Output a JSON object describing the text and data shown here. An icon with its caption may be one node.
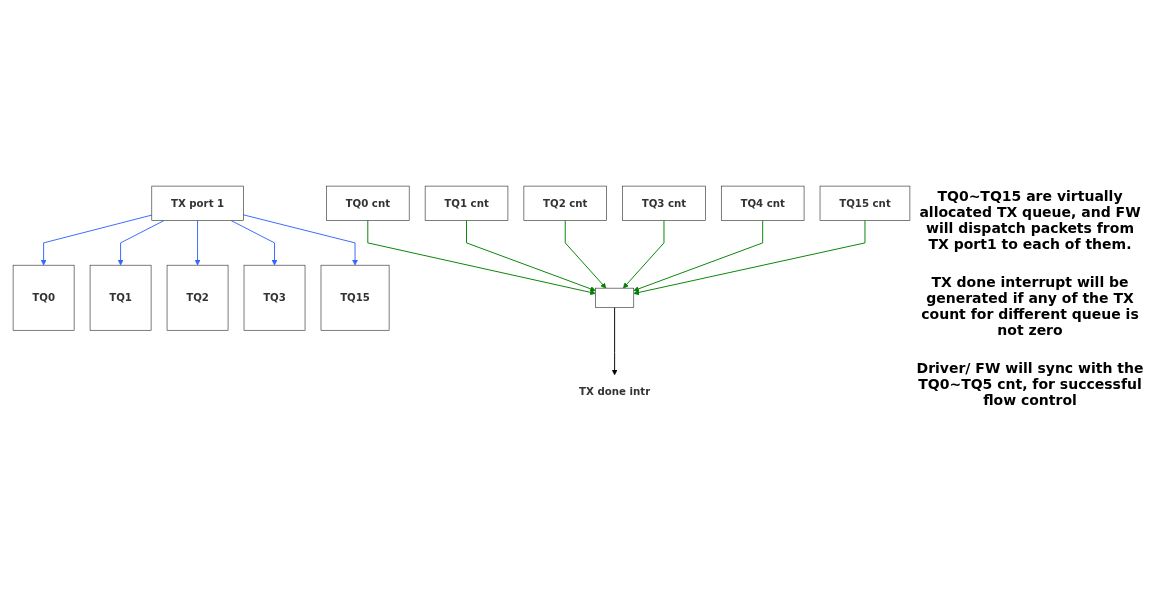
{
  "diagram": {
    "nodes": [
      {
        "text": [
          "TX port 1"
        ]
      },
      {
        "text": [
          "TQ0"
        ]
      },
      {
        "text": [
          "TQ1"
        ]
      },
      {
        "text": [
          "TQ2"
        ]
      },
      {
        "text": [
          "TQ3"
        ]
      },
      {
        "text": [
          "TQ15"
        ]
      },
      {
        "text": [
          "TX done intr"
        ]
      },
      {
        "text": [],
        "shape": "box"
      },
      {
        "text": [
          "TQ0 cnt"
        ]
      },
      {
        "text": [
          "TQ1 cnt"
        ]
      },
      {
        "text": [
          "TQ2 cnt"
        ]
      },
      {
        "text": [
          "TQ3 cnt"
        ]
      },
      {
        "text": [
          "TQ4 cnt"
        ]
      },
      {
        "text": [
          "TQ15 cnt"
        ]
      }
    ],
    "edges": [
      {
        "from": 0,
        "to": 1,
        "arrow": "to",
        "color": "#3366ff"
      },
      {
        "from": 0,
        "to": 2,
        "arrow": "to",
        "color": "#3366ff"
      },
      {
        "from": 0,
        "to": 3,
        "arrow": "to",
        "color": "#3366ff"
      },
      {
        "from": 0,
        "to": 4,
        "arrow": "to",
        "color": "#3366ff"
      },
      {
        "from": 0,
        "to": 5,
        "arrow": "to",
        "color": "#3366ff"
      },
      {
        "from": 7,
        "to": 6,
        "arrow": "to",
        "color": "#000000"
      },
      {
        "from": 8,
        "to": 7,
        "arrow": "to",
        "color": "#008000"
      },
      {
        "from": 9,
        "to": 7,
        "arrow": "to",
        "color": "#008000"
      },
      {
        "from": 10,
        "to": 7,
        "arrow": "to",
        "color": "#008000"
      },
      {
        "from": 11,
        "to": 7,
        "arrow": "to",
        "color": "#008000"
      },
      {
        "from": 12,
        "to": 7,
        "arrow": "to",
        "color": "#008000"
      },
      {
        "from": 13,
        "to": 7,
        "arrow": "to",
        "color": "#008000"
      }
    ],
    "labels": [
      "TQ0~TQ15 are virtually allocated TX queue, and FW will dispatch packets from TX port1 to each of them.",
      "TX done interrupt will be generated if any of the TX count for different queue is not zero",
      "Driver/ FW will sync with the TQ0~TQ5 cnt, for successful flow control"
    ]
  }
}
